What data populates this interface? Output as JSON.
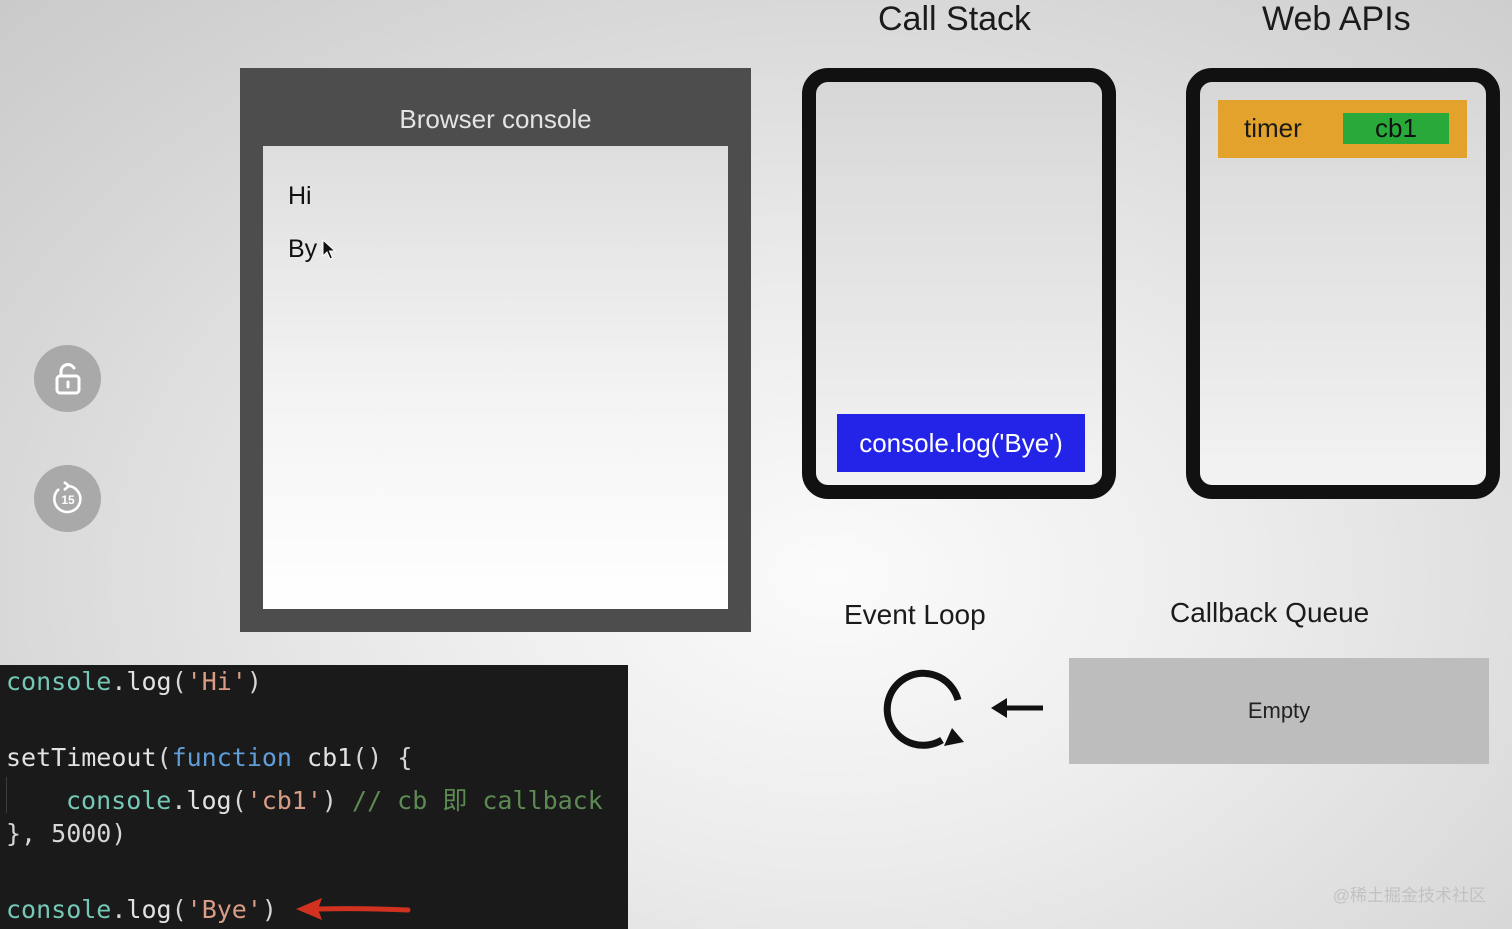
{
  "console": {
    "title": "Browser console",
    "lines": [
      "Hi",
      "By"
    ]
  },
  "call_stack": {
    "title": "Call Stack",
    "frame": "console.log('Bye')"
  },
  "web_apis": {
    "title": "Web APIs",
    "item_label": "timer",
    "item_callback": "cb1"
  },
  "event_loop": {
    "label": "Event Loop"
  },
  "callback_queue": {
    "label": "Callback Queue",
    "content": "Empty"
  },
  "code": {
    "line1": {
      "obj": "console",
      "dot": ".",
      "fn": "log",
      "open": "(",
      "str": "'Hi'",
      "close": ")"
    },
    "line3": {
      "fn": "setTimeout",
      "open": "(",
      "kw": "function",
      "name": " cb1",
      "rest": "() {"
    },
    "line4": {
      "obj": "console",
      "dot": ".",
      "fn": "log",
      "open": "(",
      "str": "'cb1'",
      "close": ")",
      "comment": " // cb 即 callback"
    },
    "line5": {
      "text": "}, 5000)"
    },
    "line7": {
      "obj": "console",
      "dot": ".",
      "fn": "log",
      "open": "(",
      "str": "'Bye'",
      "close": ")"
    }
  },
  "watermark": "@稀土掘金技术社区",
  "colors": {
    "stack_frame": "#2424e8",
    "api_bar": "#e3a22c",
    "api_callback": "#2aa93b",
    "arrow_red": "#d0321f"
  },
  "icons": {
    "lock": "unlock-icon",
    "replay": "replay-15-icon",
    "loop": "refresh-loop-icon",
    "arrow": "arrow-left-icon"
  }
}
